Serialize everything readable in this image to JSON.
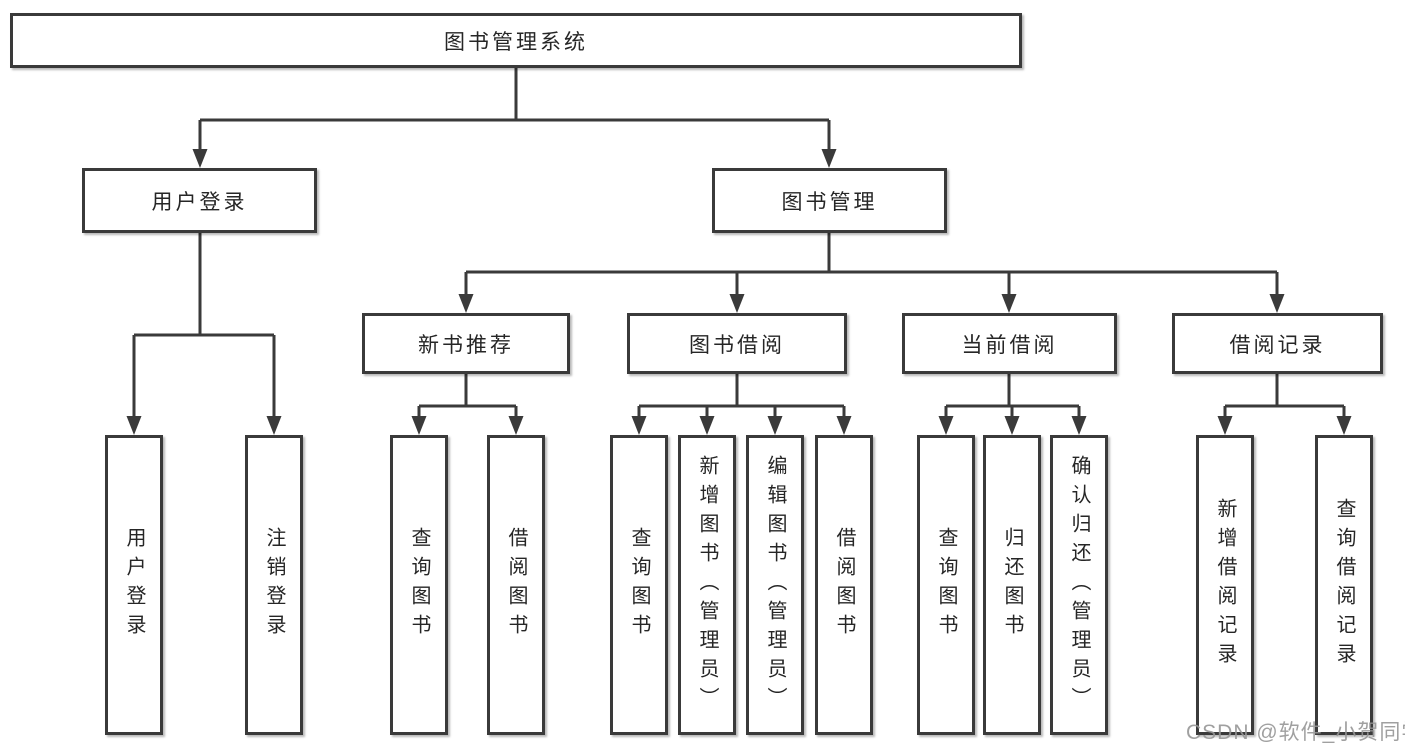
{
  "diagram": {
    "root_label": "图书管理系统",
    "user_login": {
      "label": "用户登录",
      "children": [
        "用户登录",
        "注销登录"
      ]
    },
    "book_management": {
      "label": "图书管理",
      "sections": [
        {
          "label": "新书推荐",
          "children": [
            "查询图书",
            "借阅图书"
          ]
        },
        {
          "label": "图书借阅",
          "children": [
            "查询图书",
            "新增图书（管理员）",
            "编辑图书（管理员）",
            "借阅图书"
          ]
        },
        {
          "label": "当前借阅",
          "children": [
            "查询图书",
            "归还图书",
            "确认归还（管理员）"
          ]
        },
        {
          "label": "借阅记录",
          "children": [
            "新增借阅记录",
            "查询借阅记录"
          ]
        }
      ]
    }
  },
  "watermark": "CSDN @软件_小贺同学",
  "colors": {
    "line": "#3a3a3a",
    "box_border": "#3a3a3a",
    "text": "#262626",
    "watermark": "#969696",
    "background": "#ffffff"
  }
}
